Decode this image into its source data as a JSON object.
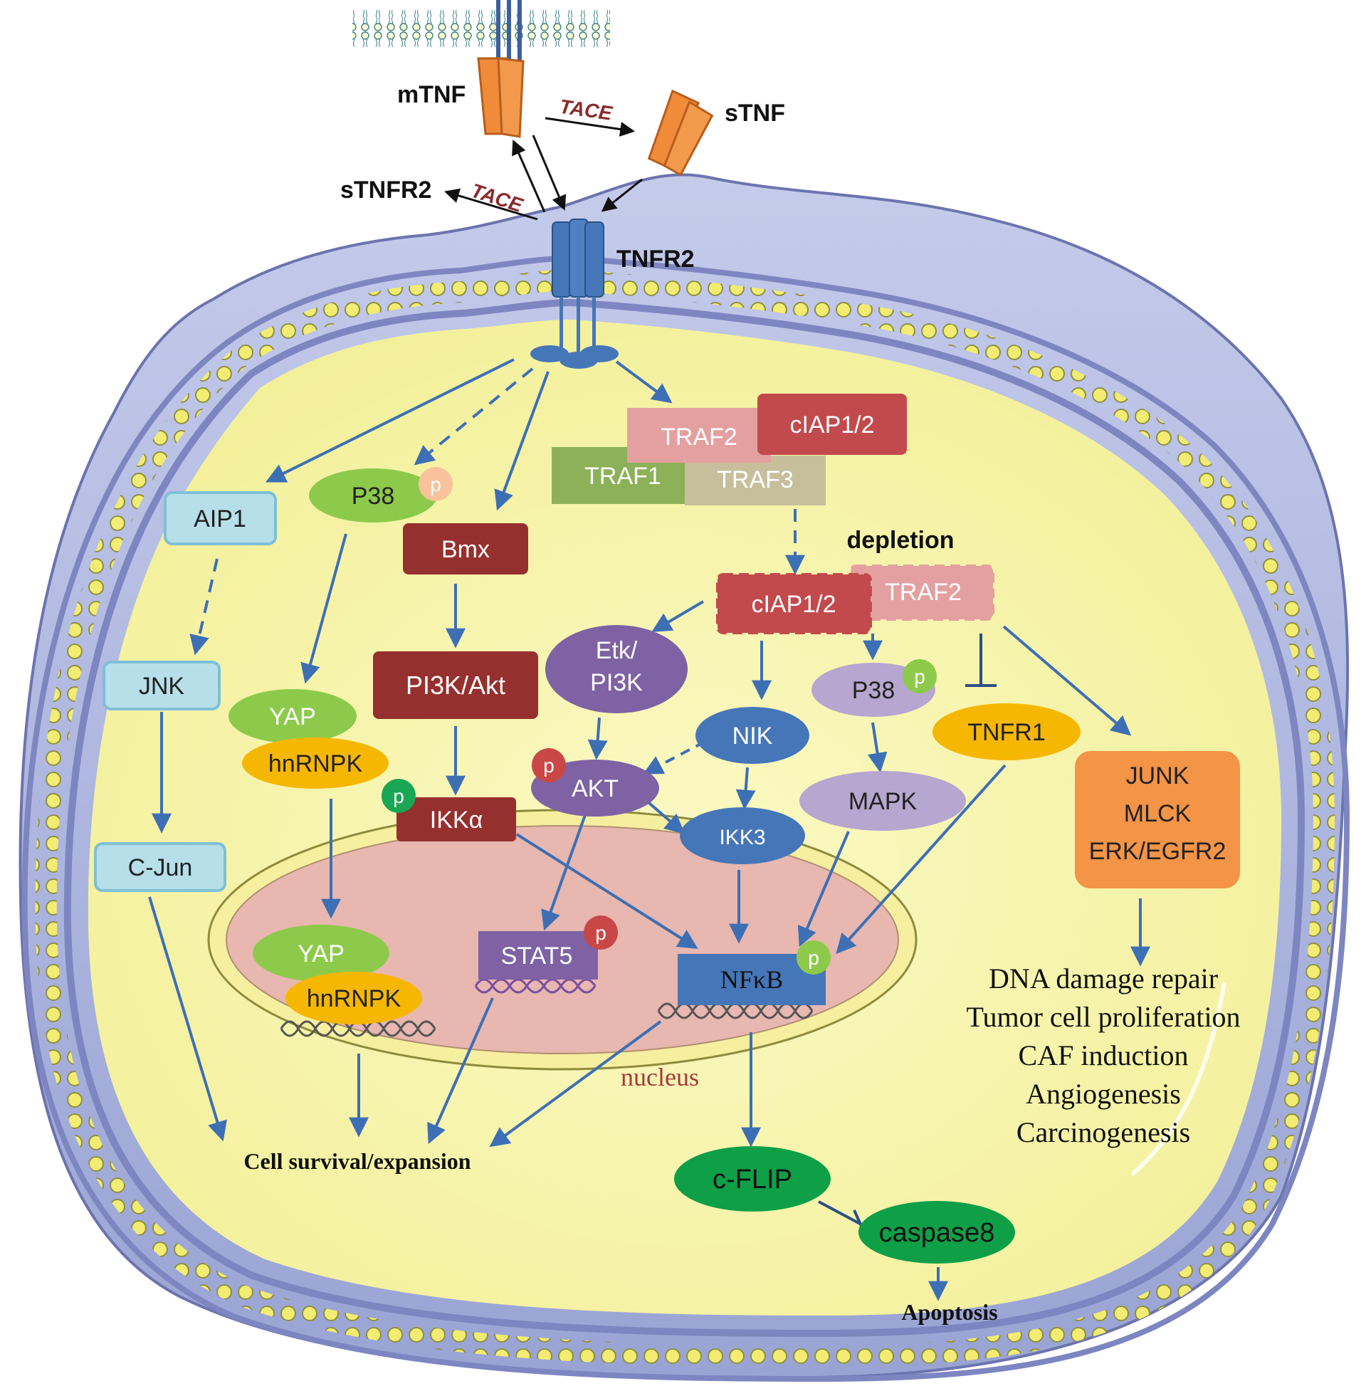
{
  "palette": {
    "cytoplasm_outer": "#b9c2e4",
    "cytoplasm_inner": "#f6f4a8",
    "membrane_bead": "#f2ec73",
    "membrane_band": "#7d86c0",
    "nucleus": "#e7b7b0",
    "arrow": "#3d6fb4",
    "dark_red": "#96302e",
    "orange": "#f08b3a",
    "receptor_blue": "#4576b8"
  },
  "extracellular": {
    "mTNF": "mTNF",
    "sTNF": "sTNF",
    "sTNFR2": "sTNFR2",
    "TACE_top": "TACE",
    "TACE_left": "TACE",
    "TNFR2": "TNFR2"
  },
  "nodes": {
    "AIP1": "AIP1",
    "JNK": "JNK",
    "CJun": "C-Jun",
    "P38_top": "P38",
    "Bmx": "Bmx",
    "PI3KAkt": "PI3K/Akt",
    "IKKa": "IKKα",
    "YAP_cyto": "YAP",
    "hnRNPK_cyto": "hnRNPK",
    "TRAF2": "TRAF2",
    "cIAP_top": "cIAP1/2",
    "TRAF1": "TRAF1",
    "TRAF3": "TRAF3",
    "depletion": "depletion",
    "cIAP_dep": "cIAP1/2",
    "TRAF2_dep": "TRAF2",
    "Etk_line1": "Etk/",
    "Etk_line2": "PI3K",
    "AKT": "AKT",
    "NIK": "NIK",
    "IKK3": "IKK3",
    "P38_mid": "P38",
    "MAPK": "MAPK",
    "TNFR1": "TNFR1",
    "junk1": "JUNK",
    "junk2": "MLCK",
    "junk3": "ERK/EGFR2",
    "YAP_nuc": "YAP",
    "hnRNPK_nuc": "hnRNPK",
    "STAT5": "STAT5",
    "NFkB": "NFκB",
    "nucleus": "nucleus",
    "cFLIP": "c-FLIP",
    "caspase8": "caspase8",
    "p": "p"
  },
  "outcomes": {
    "survival": "Cell survival/expansion",
    "apoptosis": "Apoptosis",
    "list": [
      "DNA damage repair",
      "Tumor cell proliferation",
      "CAF induction",
      "Angiogenesis",
      "Carcinogenesis"
    ]
  }
}
